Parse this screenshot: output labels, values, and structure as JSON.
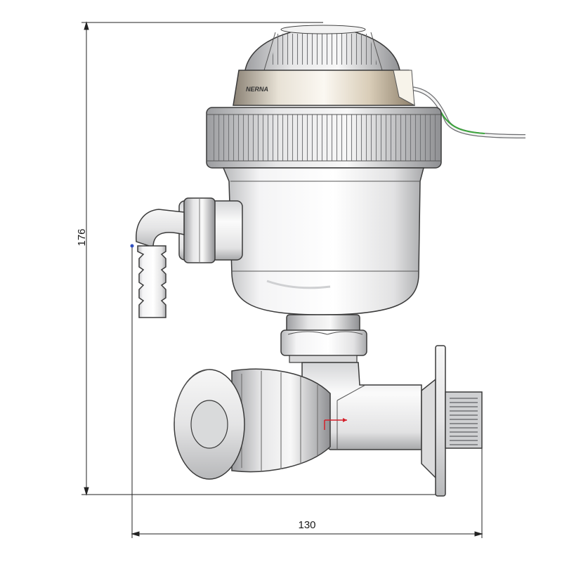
{
  "drawing": {
    "dimensions": {
      "height_value": "176",
      "width_value": "130"
    },
    "brand_text": "NERNA",
    "colors": {
      "body": "#e9e9ea",
      "outline": "#3a3a3a",
      "cable_core": "#3aa63a",
      "dimension_line": "#222222"
    }
  }
}
